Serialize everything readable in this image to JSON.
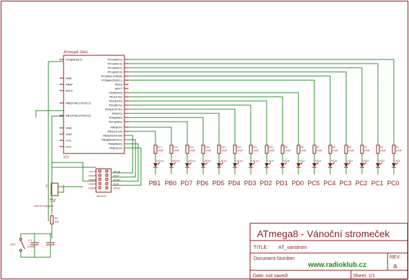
{
  "title_block": {
    "title": "ATmega8 - Vánoční stromeček",
    "title_label": "TITLE:",
    "title_value": "AT_vanstrom",
    "doc_label": "Document Number:",
    "doc_value": "",
    "rev_label": "REV:",
    "rev_value": "a",
    "url": "www.radioklub.cz",
    "date_label": "Date: not saved!",
    "sheet_label": "Sheet: 1/1"
  },
  "ic1": {
    "name": "ATmega8-16AU",
    "ref": "IC1",
    "left_pins": [
      "PC6(RESET)",
      "",
      "",
      "GND",
      "AREF",
      "AVCC",
      "",
      "PB6(XTAL1/TOSC1)",
      "",
      "PB7(XTAL2/TOSC2)",
      "",
      "GND",
      "GND",
      "VCC",
      "VCC"
    ],
    "right_pins_top": [
      "PC0(ADC0)",
      "PC1(ADC1)",
      "PC2(ADC2)",
      "PC3(ADC3)",
      "PC4(ADC4/SDA)",
      "PC5(ADC5/SCL)",
      "ADC6",
      "ADC7"
    ],
    "right_pins_mid": [
      "PD0(RXD)",
      "PD1(TXD)",
      "PD2(INT0)",
      "PD3(INT1)",
      "PD4(XCK/T0)",
      "PD5(T1)",
      "PD6(AIN0)",
      "PD7(AIN1)"
    ],
    "right_pins_bot": [
      "PB0(ICP)",
      "PB1(OC1A)",
      "PB2(SS/OC1B)",
      "PB3(MOSI/OC2)",
      "PB4(MISO)",
      "PB5(SCK)"
    ]
  },
  "connector": {
    "ref": "ML6/10",
    "left_labels": [
      "VCC",
      "GND",
      "GND",
      "GND",
      "GND"
    ],
    "right_labels": [
      "MOSI",
      "RST",
      "MISO",
      "SCK",
      "MISO"
    ]
  },
  "power": {
    "ref": "J1",
    "voltage": "5V",
    "note": "externi napajeni"
  },
  "reset": {
    "sw_ref": "RST",
    "cap_ref": "C1",
    "cap_value": "100nF",
    "r_ref": "R1",
    "r_value": "10k"
  },
  "outputs": {
    "resistor_prefix": "R",
    "resistor_value": "100R",
    "led_prefix": "LED",
    "labels": [
      "PB1",
      "PB0",
      "PD7",
      "PD6",
      "PD5",
      "PD4",
      "PD3",
      "PD2",
      "PD1",
      "PD0",
      "PC5",
      "PC4",
      "PC3",
      "PC2",
      "PC1",
      "PC0"
    ]
  }
}
